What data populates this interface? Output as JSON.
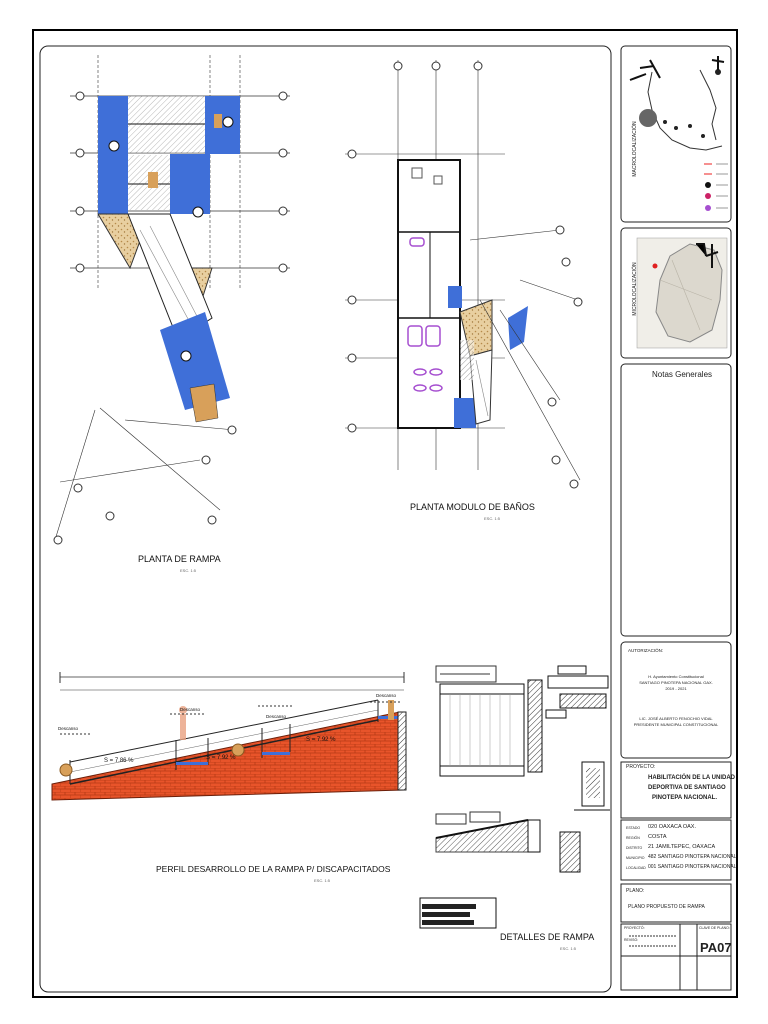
{
  "drawings": {
    "plan_ramp_title": "PLANTA DE RAMPA",
    "plan_ramp_scale": "ESC. 1:5",
    "plan_baths_title": "PLANTA MODULO DE BAÑOS",
    "plan_baths_scale": "ESC. 1:5",
    "profile_title": "PERFIL DESARROLLO DE LA RAMPA P/ DISCAPACITADOS",
    "profile_scale": "ESC. 1:5",
    "details_title": "DETALLES DE RAMPA",
    "details_scale": "ESC. 1:5",
    "slope_labels": [
      "S = 7.86 %",
      "S = 7.92 %",
      "S = 7.92 %"
    ],
    "rest_labels": [
      "Descanso",
      "Descanso",
      "Descanso",
      "Descanso"
    ]
  },
  "title_block": {
    "macro_label": "MACROLOCALIZACIÓN",
    "micro_label": "MICROLOCALIZACIÓN",
    "notes_heading": "Notas Generales",
    "authorization_heading": "AUTORIZACIÓN:",
    "authorization_lines": [
      "H. Ayuntamiento Constitucional",
      "SANTIAGO PINOTEPA NACIONAL OAX.",
      "2019 - 2021"
    ],
    "signatory_name": "LIC. JOSÉ ALBERTO FENOCHIO VIDAL",
    "signatory_role": "PRESIDENTE MUNICIPAL CONSTITUCIONAL",
    "project_heading": "PROYECTO:",
    "project_name": [
      "HABILITACIÓN DE LA UNIDAD",
      "DEPORTIVA DE SANTIAGO",
      "PINOTEPA NACIONAL."
    ],
    "location_fields": [
      {
        "label": "ESTADO",
        "value": "020 OAXACA OAX."
      },
      {
        "label": "REGIÓN",
        "value": "COSTA"
      },
      {
        "label": "DISTRITO",
        "value": "21 JAMILTEPEC, OAXACA"
      },
      {
        "label": "MUNICIPIO",
        "value": "482 SANTIAGO PINOTEPA NACIONAL"
      },
      {
        "label": "LOCALIDAD",
        "value": "001 SANTIAGO PINOTEPA NACIONAL"
      }
    ],
    "plan_heading": "PLANO:",
    "plan_name": "PLANO PROPUESTO DE RAMPA",
    "footer_labels": [
      "PROYECTÓ:",
      "REVISÓ:",
      "CLAVE DE PLANO:"
    ],
    "sheet_code": "PA07"
  },
  "colors": {
    "blue": "#3f6fd8",
    "brick": "#e8542a",
    "brick_dark": "#b63a15",
    "sand": "#e2c08a",
    "purple": "#a64fd0"
  }
}
